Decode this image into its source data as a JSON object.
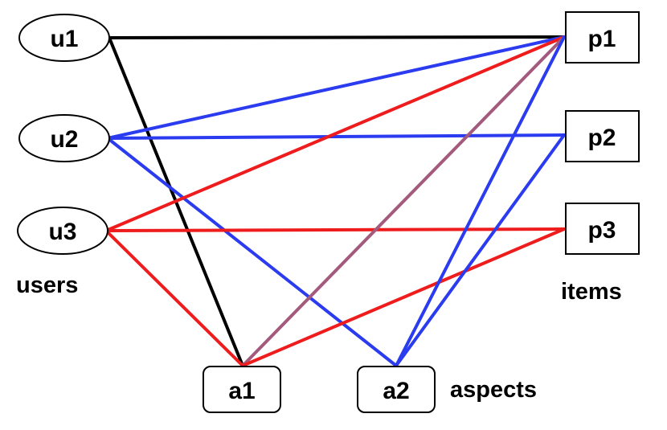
{
  "nodes": {
    "u1": "u1",
    "u2": "u2",
    "u3": "u3",
    "p1": "p1",
    "p2": "p2",
    "p3": "p3",
    "a1": "a1",
    "a2": "a2"
  },
  "groups": {
    "users": "users",
    "items": "items",
    "aspects": "aspects"
  },
  "colors": {
    "black": "#000000",
    "blue": "#2b3bef",
    "red": "#ee1c1c",
    "purple": "#a35a7c"
  },
  "edges": [
    {
      "from": "u1",
      "to": "p1",
      "color": "black"
    },
    {
      "from": "u1",
      "to": "a1",
      "color": "black"
    },
    {
      "from": "u2",
      "to": "p1",
      "color": "blue"
    },
    {
      "from": "u2",
      "to": "p2",
      "color": "blue"
    },
    {
      "from": "u2",
      "to": "a2",
      "color": "blue"
    },
    {
      "from": "u3",
      "to": "p1",
      "color": "red"
    },
    {
      "from": "u3",
      "to": "p3",
      "color": "red"
    },
    {
      "from": "u3",
      "to": "a1",
      "color": "red"
    },
    {
      "from": "a1",
      "to": "p1",
      "color": "purple"
    },
    {
      "from": "a1",
      "to": "p3",
      "color": "red"
    },
    {
      "from": "a2",
      "to": "p1",
      "color": "blue"
    },
    {
      "from": "a2",
      "to": "p2",
      "color": "blue"
    }
  ]
}
